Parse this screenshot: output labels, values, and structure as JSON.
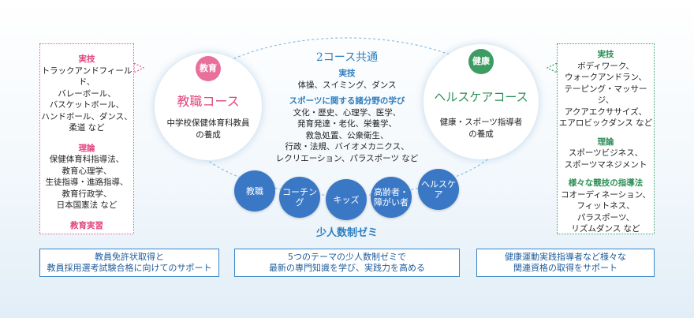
{
  "common": {
    "title": "2コース共通",
    "practice_heading": "実技",
    "practice_items": "体操、スイミング、ダンス",
    "theory_heading": "スポーツに関する諸分野の学び",
    "theory_lines": [
      "文化・歴史、心理学、医学、",
      "発育発達・老化、栄養学、",
      "救急処置、公衆衛生、",
      "行政・法規、バイオメカニクス、",
      "レクリエーション、パラスポーツ など"
    ]
  },
  "left_box": {
    "practice_heading": "実技",
    "practice_lines": [
      "トラックアンドフィールド、",
      "バレーボール、",
      "バスケットボール、",
      "ハンドボール、ダンス、",
      "柔道 など"
    ],
    "theory_heading": "理論",
    "theory_lines": [
      "保健体育科指導法、",
      "教育心理学、",
      "生徒指導・進路指導、",
      "教育行政学、",
      "日本国憲法 など"
    ],
    "training_heading": "教育実習"
  },
  "left_course": {
    "badge": "教育",
    "name": "教職コース",
    "desc_lines": [
      "中学校保健体育科教員",
      "の養成"
    ],
    "badge_color": "#e8709a"
  },
  "right_course": {
    "badge": "健康",
    "name": "ヘルスケアコース",
    "desc_lines": [
      "健康・スポーツ指導者",
      "の養成"
    ],
    "badge_color": "#3c9c62"
  },
  "right_box": {
    "practice_heading": "実技",
    "practice_lines": [
      "ボディワーク、",
      "ウォークアンドラン、",
      "テーピング・マッサージ、",
      "アクアエクササイズ、",
      "エアロビックダンス など"
    ],
    "theory_heading": "理論",
    "theory_lines": [
      "スポーツビジネス、",
      "スポーツマネジメント"
    ],
    "coaching_heading": "様々な競技の指導法",
    "coaching_lines": [
      "コオーディネーション、",
      "フィットネス、",
      "パラスポーツ、",
      "リズムダンス など"
    ]
  },
  "seminars": {
    "items": [
      {
        "lines": [
          "教職"
        ]
      },
      {
        "lines": [
          "コーチング"
        ]
      },
      {
        "lines": [
          "キッズ"
        ]
      },
      {
        "lines": [
          "高齢者・",
          "障がい者"
        ]
      },
      {
        "lines": [
          "ヘルスケア"
        ]
      }
    ],
    "label": "少人数制ゼミ"
  },
  "bottom": [
    {
      "lines": [
        "教員免許状取得と",
        "教員採用選考試験合格に向けてのサポート"
      ]
    },
    {
      "lines": [
        "5つのテーマの少人数制ゼミで",
        "最新の専門知識を学び、実践力を高める"
      ]
    },
    {
      "lines": [
        "健康運動実践指導者など様々な",
        "関連資格の取得をサポート"
      ]
    }
  ],
  "colors": {
    "blue": "#2e7fc0",
    "pink": "#e0457e",
    "green": "#2d8f57",
    "seminar": "#3a78c6"
  }
}
